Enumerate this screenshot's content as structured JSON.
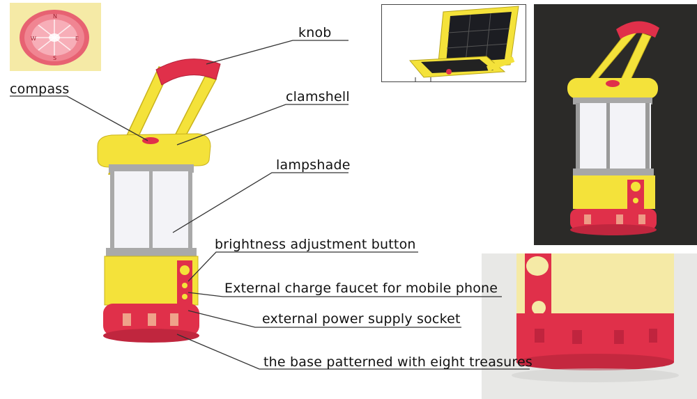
{
  "labels": {
    "knob": "knob",
    "compass": "compass",
    "clamshell": "clamshell",
    "lampshade": "lampshade",
    "brightness": "brightness adjustment button",
    "charge": "External charge faucet for mobile phone",
    "power": "external power supply socket",
    "base": "the base patterned with eight treasures"
  },
  "compass_inset": {
    "marks": [
      "E",
      "S",
      "N",
      "W"
    ]
  },
  "colors": {
    "body_yellow": "#f4e23a",
    "accent_red": "#e0304a",
    "shade_white": "#f3f3f7",
    "dark_bg": "#2b2a28",
    "cream_bg": "#f5eaa6",
    "solar_panel": "#1c1d22"
  }
}
